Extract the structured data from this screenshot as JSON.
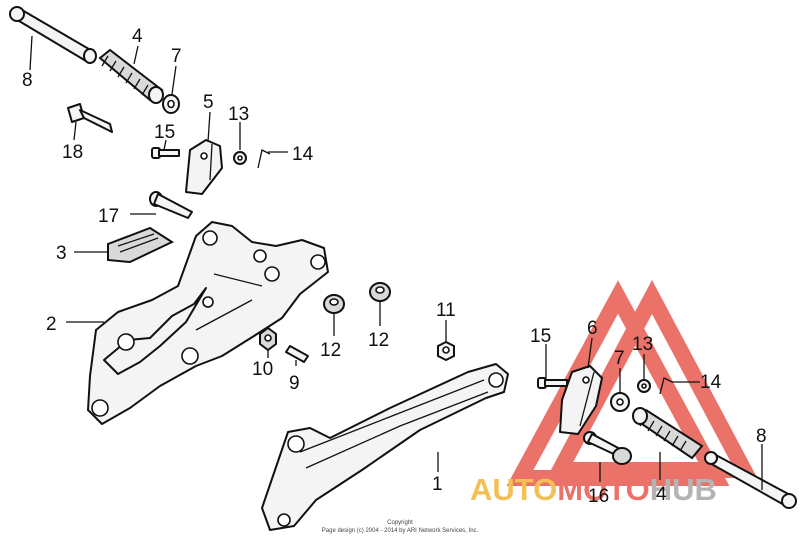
{
  "callouts": {
    "c1": "1",
    "c2": "2",
    "c3": "3",
    "c4a": "4",
    "c4b": "4",
    "c5": "5",
    "c6": "6",
    "c7a": "7",
    "c7b": "7",
    "c8a": "8",
    "c8b": "8",
    "c9": "9",
    "c10": "10",
    "c11": "11",
    "c12a": "12",
    "c12b": "12",
    "c13a": "13",
    "c13b": "13",
    "c14a": "14",
    "c14b": "14",
    "c15a": "15",
    "c15b": "15",
    "c16": "16",
    "c17": "17",
    "c18": "18"
  },
  "copyright": {
    "line1": "Copyright",
    "line2": "Page design (c) 2004 - 2014 by ARI Network Services, Inc."
  },
  "watermark": {
    "part1": "AUTO",
    "part2": "MOTO",
    "part3": "HUB",
    "colors": {
      "auto": "#f4b43c",
      "moto": "#e85a50",
      "hub": "#a8a8a8",
      "triangle": "#e85a50"
    }
  }
}
